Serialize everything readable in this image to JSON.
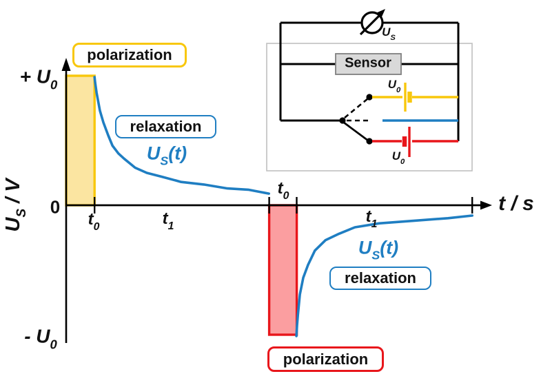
{
  "chart_data": {
    "type": "line",
    "title": "",
    "xlabel": "t / s",
    "ylabel": "U_S / V",
    "y_ticks": [
      "+ U0",
      "0",
      "- U0"
    ],
    "ylim": [
      -1.1,
      1.1
    ],
    "x_unit": "time normalized to polarization interval t0",
    "y_unit": "voltage in units of U0",
    "x_ticks_t": [
      1,
      7.15,
      8.12,
      14.3
    ],
    "regions": [
      {
        "name": "positive-polarization",
        "label": "polarization",
        "t": [
          0,
          1
        ],
        "u": [
          0,
          1
        ],
        "fill": "#FBE5A1",
        "stroke": "#F8C70C"
      },
      {
        "name": "negative-polarization",
        "label": "polarization",
        "t": [
          7.15,
          8.12
        ],
        "u": [
          -1,
          0
        ],
        "fill": "#FB9EA0",
        "stroke": "#E8161B"
      }
    ],
    "series": [
      {
        "name": "US(t) relaxation after +U0 polarization",
        "color": "#1F7EC2",
        "t": [
          1.0,
          1.02,
          1.07,
          1.19,
          1.31,
          1.48,
          1.63,
          1.84,
          2.04,
          2.43,
          2.84,
          3.37,
          4.05,
          4.85,
          5.68,
          6.41,
          7.14
        ],
        "u": [
          0.99,
          0.95,
          0.87,
          0.73,
          0.64,
          0.54,
          0.46,
          0.4,
          0.36,
          0.29,
          0.25,
          0.22,
          0.18,
          0.16,
          0.13,
          0.12,
          0.09
        ]
      },
      {
        "name": "US(t) relaxation after -U0 polarization",
        "color": "#1F7EC2",
        "t": [
          8.11,
          8.13,
          8.16,
          8.23,
          8.35,
          8.52,
          8.76,
          9.13,
          9.61,
          10.17,
          11.02,
          12.23,
          13.45,
          14.3
        ],
        "u": [
          -1.01,
          -0.93,
          -0.85,
          -0.69,
          -0.56,
          -0.46,
          -0.35,
          -0.27,
          -0.22,
          -0.17,
          -0.14,
          -0.12,
          -0.1,
          -0.08
        ]
      }
    ]
  },
  "axes": {
    "y_plus": {
      "prefix": "+ ",
      "base": "U",
      "sub": "0"
    },
    "y_zero": "0",
    "y_minus": {
      "prefix": "- ",
      "base": "U",
      "sub": "0"
    },
    "y_title": {
      "base": "U",
      "sub": "S",
      "suffix": " / V"
    },
    "x_title": {
      "base": "t",
      "suffix": " / s"
    }
  },
  "annotations": {
    "polarization_pos": "polarization",
    "relaxation_pos": "relaxation",
    "us_curve_1": {
      "base": "U",
      "sub": "S",
      "suffix": "(t)"
    },
    "us_curve_2": {
      "base": "U",
      "sub": "S",
      "suffix": "(t)"
    },
    "relaxation_neg": "relaxation",
    "polarization_neg": "polarization",
    "t0_1": {
      "base": "t",
      "sub": "0"
    },
    "t1_1": {
      "base": "t",
      "sub": "1"
    },
    "t0_2": {
      "base": "t",
      "sub": "0"
    },
    "t1_2": {
      "base": "t",
      "sub": "1"
    }
  },
  "inset": {
    "sensor_label": "Sensor",
    "voltmeter_label": {
      "base": "U",
      "sub": "S"
    },
    "battery_positive_label": {
      "base": "U",
      "sub": "0"
    },
    "battery_negative_label": {
      "base": "U",
      "sub": "0"
    },
    "colors": {
      "positive_branch": "#F8C70C",
      "neutral_branch": "#1F7EC2",
      "negative_branch": "#E8161B",
      "wire": "#000000",
      "sensor_fill": "#D9D9D9",
      "sensor_border": "#7F7F7F",
      "frame_border": "#BFBFBF"
    }
  },
  "colors": {
    "curve_blue": "#1F7EC2",
    "gold": "#F8C70C",
    "gold_fill": "#FBE5A1",
    "red": "#E8161B",
    "red_fill": "#FB9EA0",
    "axis_black": "#000000"
  }
}
